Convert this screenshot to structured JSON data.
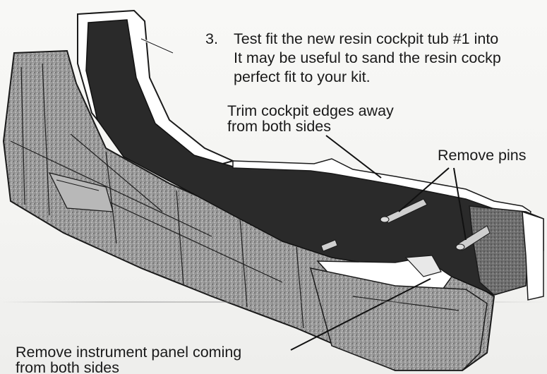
{
  "instructions": {
    "step_number": "3.",
    "step_lines": [
      "Test fit the new resin cockpit tub #1 into",
      "It may be useful to sand the resin cockp",
      "perfect fit to your kit."
    ]
  },
  "callouts": {
    "trim_lines": [
      "Trim cockpit edges away",
      "from both sides"
    ],
    "pins": "Remove pins",
    "panel_lines": [
      "Remove instrument panel coming",
      "from both sides"
    ]
  },
  "colors": {
    "paper": "#f7f7f5",
    "ink": "#1a1a1a",
    "interior": "#2a2a2a"
  }
}
